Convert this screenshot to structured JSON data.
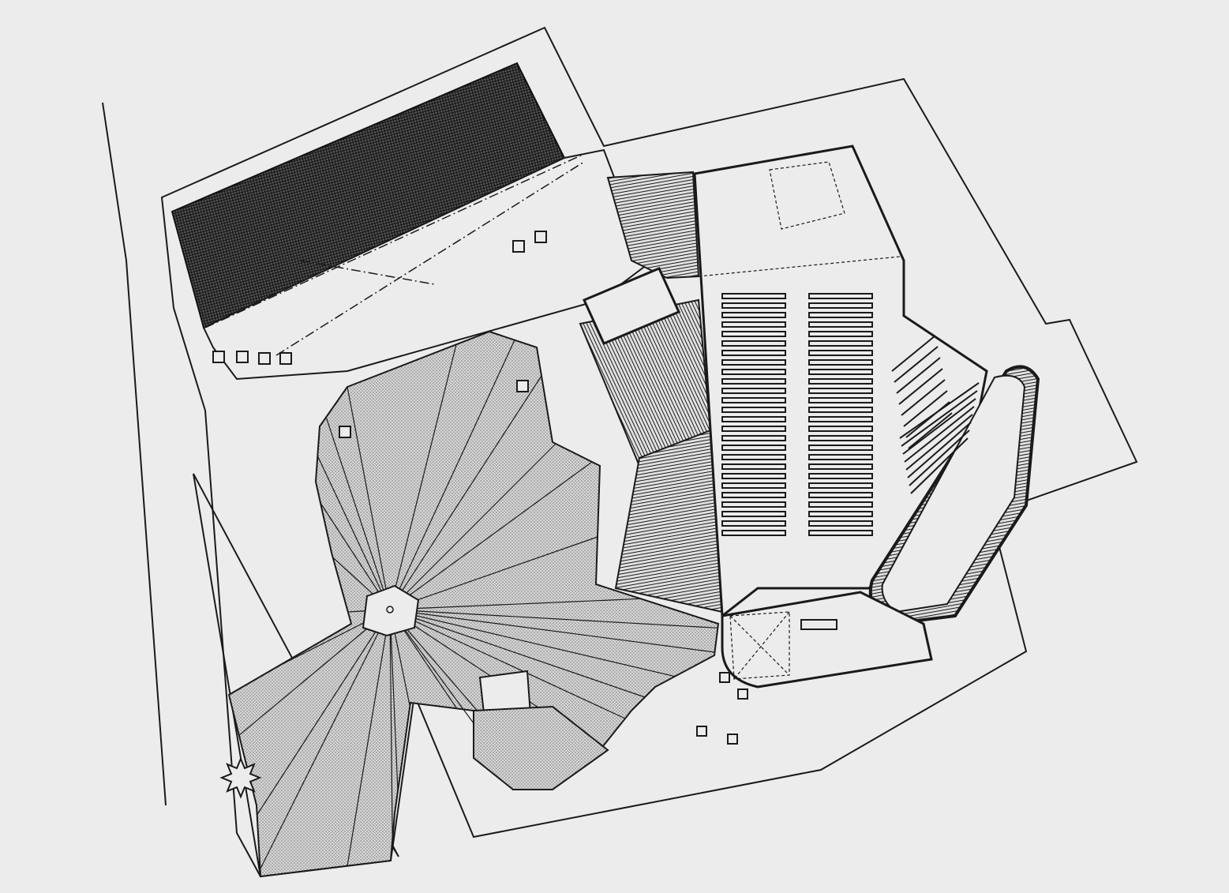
{
  "drawing": {
    "type": "architectural-site-plan",
    "colors": {
      "paper": "#ececec",
      "ink": "#1a1a1a",
      "stipple": "#bdbdbd",
      "hatch_dark": "#2a2a2a"
    },
    "pews_per_column": 26,
    "fan_rays": 30
  }
}
